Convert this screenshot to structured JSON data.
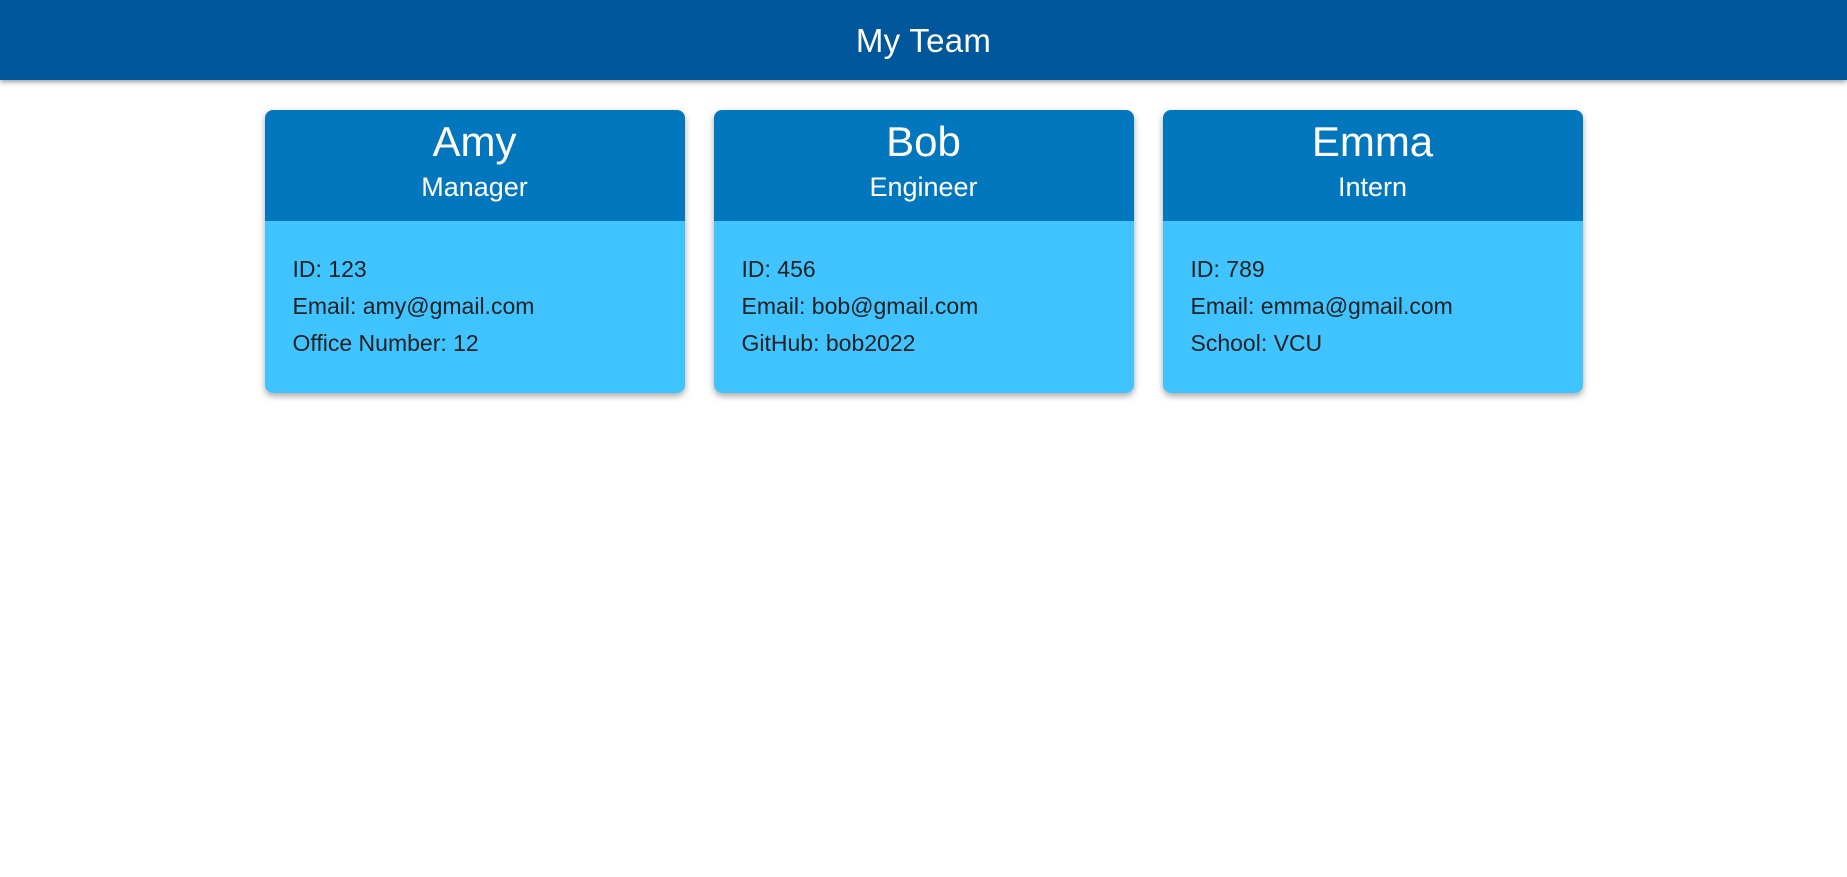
{
  "header": {
    "title": "My Team"
  },
  "theme": {
    "page_bg": "#FFFFFF",
    "header_bg": "#01579B",
    "header_text_color": "#FFFFFF",
    "card_header_bg": "#0277BD",
    "card_body_bg": "#40C4FF",
    "body_text_color": "#212121"
  },
  "team": [
    {
      "name": "Amy",
      "role": "Manager",
      "details": [
        "ID: 123",
        "Email: amy@gmail.com",
        "Office Number: 12"
      ]
    },
    {
      "name": "Bob",
      "role": "Engineer",
      "details": [
        "ID: 456",
        "Email: bob@gmail.com",
        "GitHub: bob2022"
      ]
    },
    {
      "name": "Emma",
      "role": "Intern",
      "details": [
        "ID: 789",
        "Email: emma@gmail.com",
        "School: VCU"
      ]
    }
  ]
}
